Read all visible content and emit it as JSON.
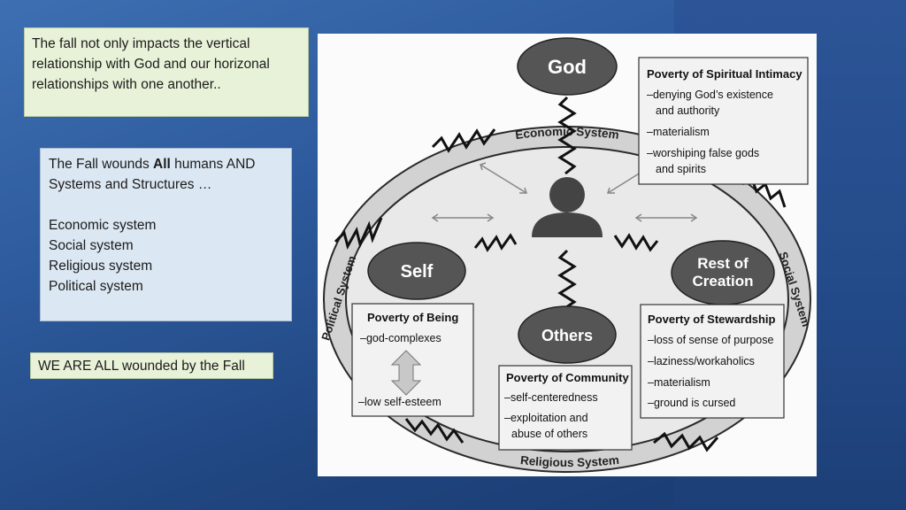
{
  "left": {
    "box1_text": "The fall not only impacts the vertical relationship with God and our horizonal relationships with one another..",
    "box2": {
      "line1_pre": "The Fall wounds ",
      "line1_bold": "All",
      "line1_post": " humans AND",
      "line2": "Systems and Structures …",
      "systems": [
        "Economic system",
        "Social system",
        "Religious system",
        "Political system"
      ]
    },
    "box3_text": "WE ARE ALL wounded by the Fall"
  },
  "diagram": {
    "ring_labels": {
      "top": "Economic System",
      "bottom": "Religious System",
      "left": "Political System",
      "right": "Social System"
    },
    "nodes": {
      "god": "God",
      "self": "Self",
      "others": "Others",
      "creation_line1": "Rest of",
      "creation_line2": "Creation"
    },
    "poverty": {
      "spiritual": {
        "title": "Poverty of Spiritual Intimacy",
        "items": [
          "–denying God’s existence",
          "and authority",
          "–materialism",
          "–worshiping false gods",
          "and spirits"
        ]
      },
      "being": {
        "title": "Poverty of Being",
        "top": "–god-complexes",
        "bottom": "–low self-esteem"
      },
      "community": {
        "title": "Poverty of Community",
        "items": [
          "–self-centeredness",
          "–exploitation and",
          "abuse of others"
        ]
      },
      "stewardship": {
        "title": "Poverty of Stewardship",
        "items": [
          "–loss of sense of purpose",
          "–laziness/workaholics",
          "–materialism",
          "–ground is cursed"
        ]
      }
    }
  }
}
